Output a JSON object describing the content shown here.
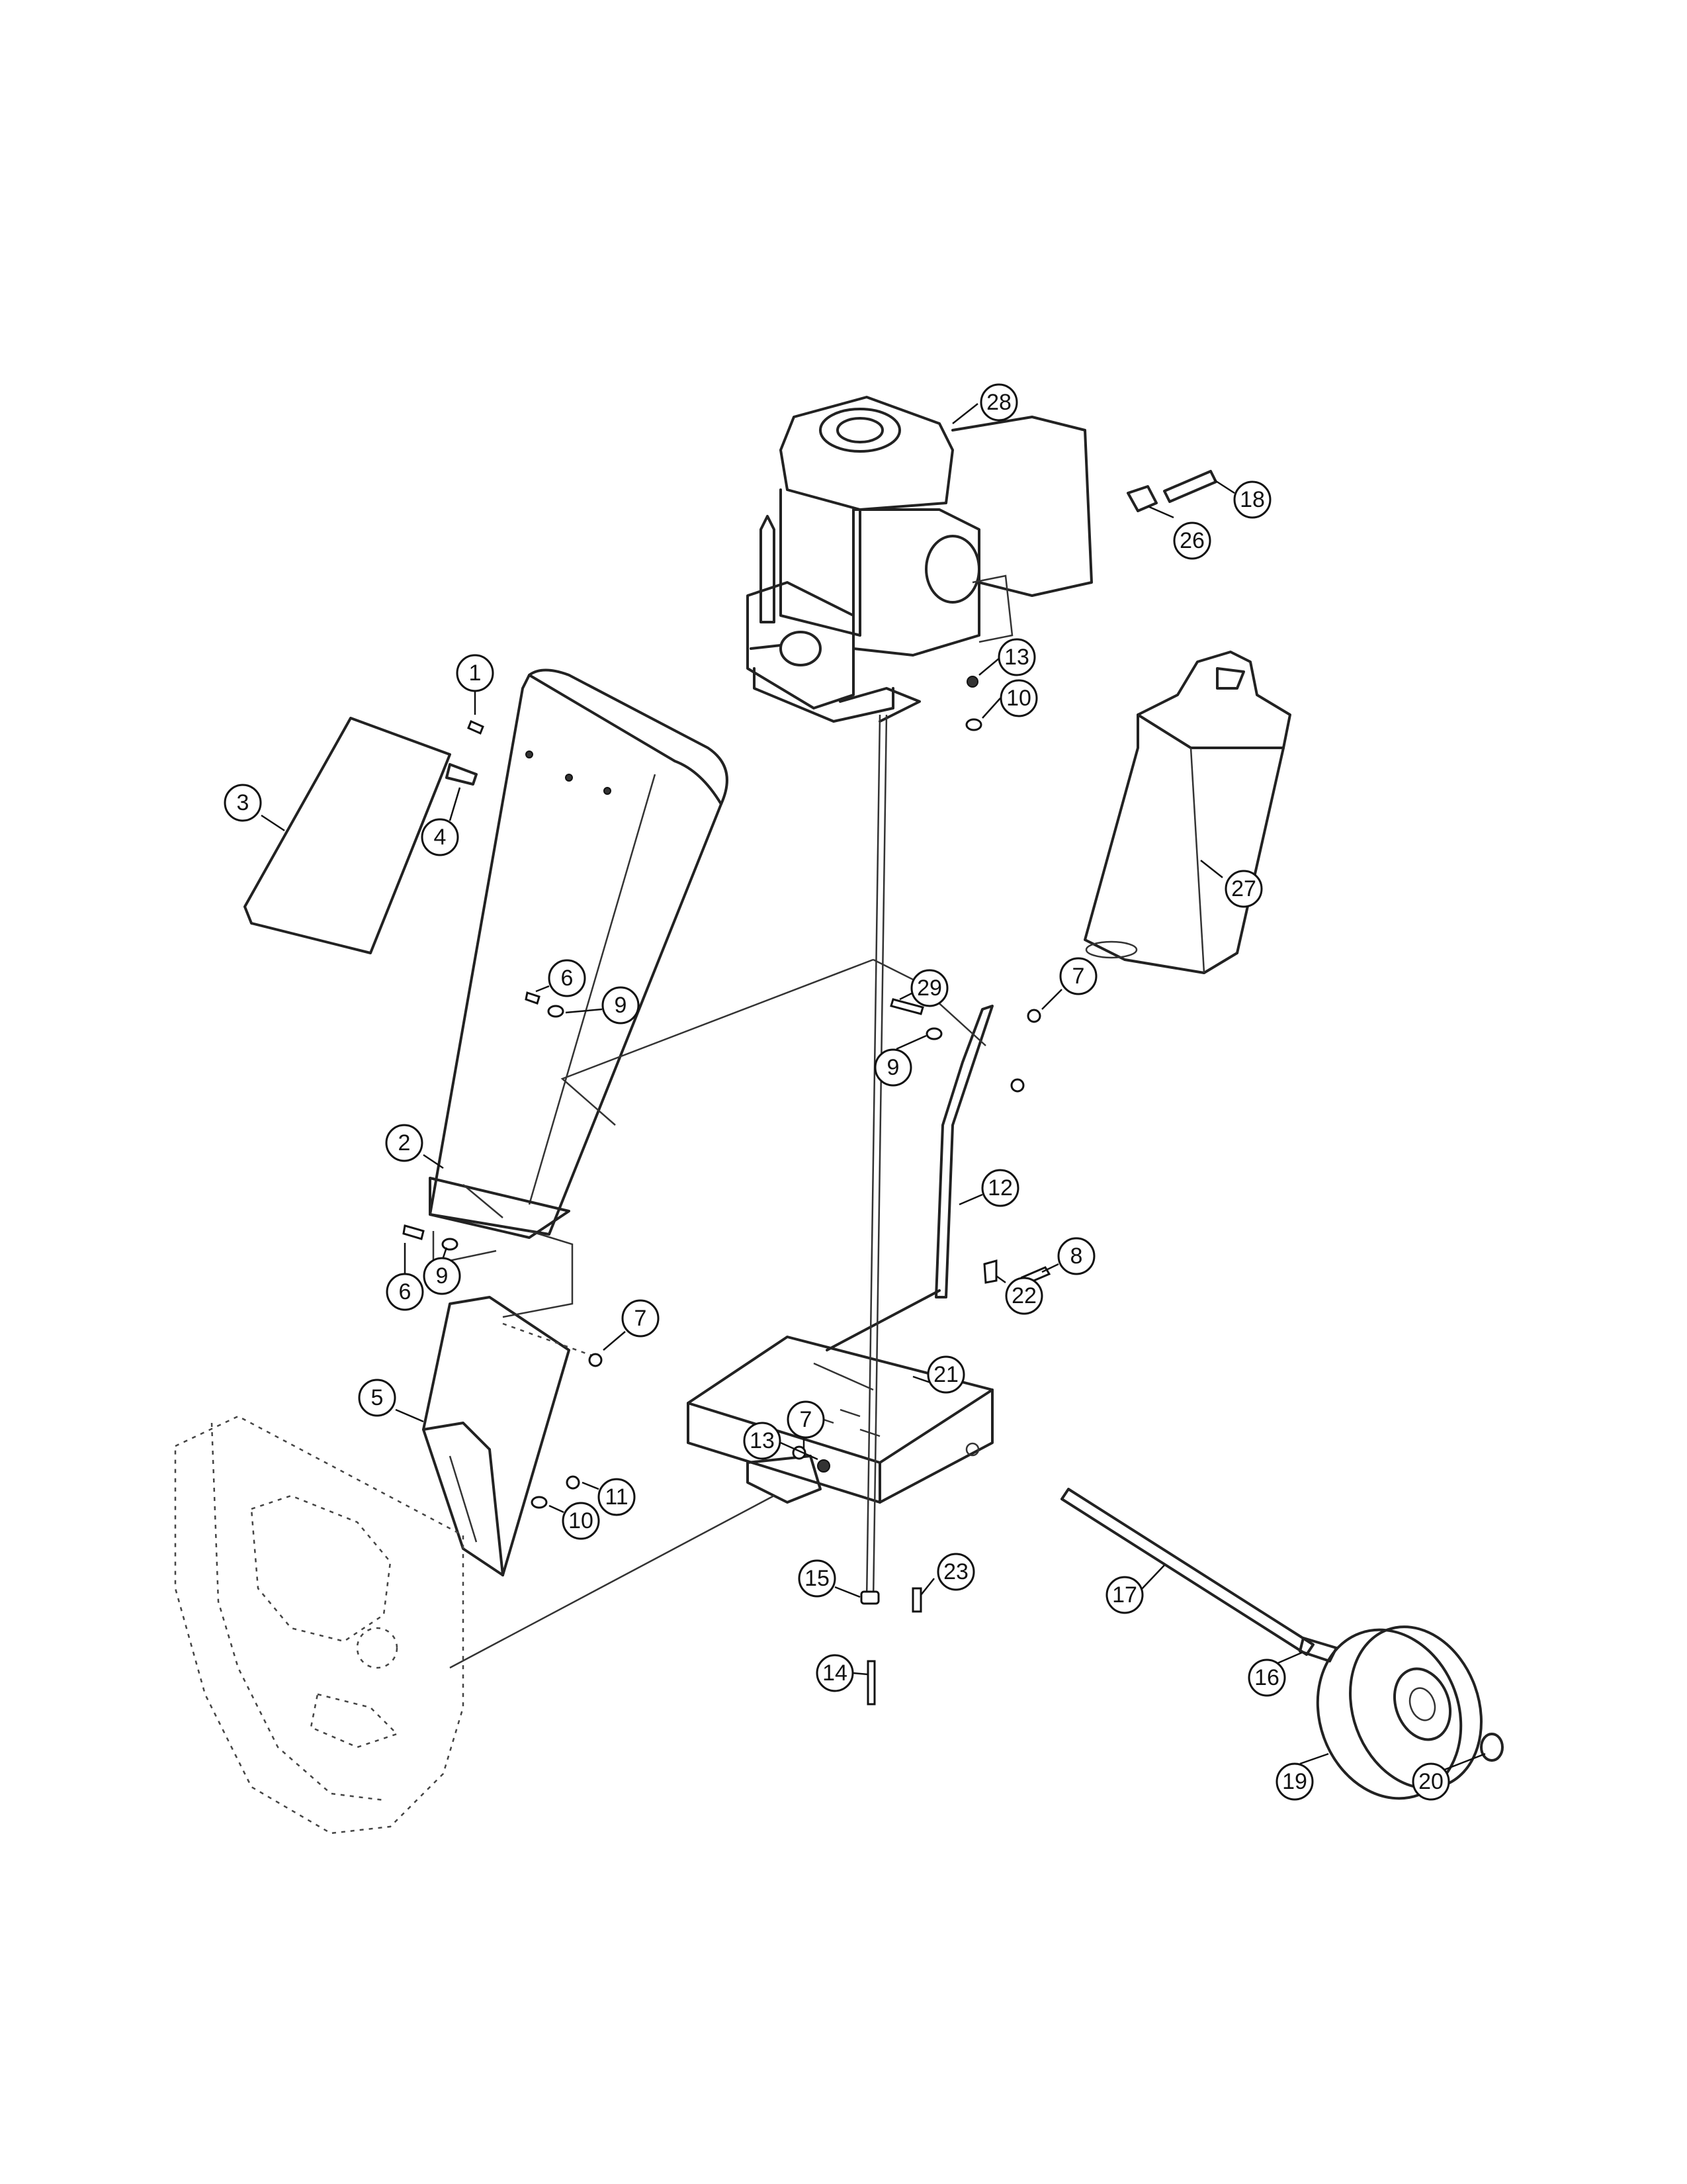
{
  "callouts": [
    {
      "label": "1"
    },
    {
      "label": "2"
    },
    {
      "label": "3"
    },
    {
      "label": "4"
    },
    {
      "label": "5"
    },
    {
      "label": "6"
    },
    {
      "label": "6"
    },
    {
      "label": "7"
    },
    {
      "label": "7"
    },
    {
      "label": "7"
    },
    {
      "label": "8"
    },
    {
      "label": "9"
    },
    {
      "label": "9"
    },
    {
      "label": "9"
    },
    {
      "label": "10"
    },
    {
      "label": "10"
    },
    {
      "label": "11"
    },
    {
      "label": "12"
    },
    {
      "label": "13"
    },
    {
      "label": "13"
    },
    {
      "label": "14"
    },
    {
      "label": "15"
    },
    {
      "label": "16"
    },
    {
      "label": "17"
    },
    {
      "label": "18"
    },
    {
      "label": "19"
    },
    {
      "label": "20"
    },
    {
      "label": "21"
    },
    {
      "label": "22"
    },
    {
      "label": "23"
    },
    {
      "label": "26"
    },
    {
      "label": "27"
    },
    {
      "label": "28"
    },
    {
      "label": "29"
    }
  ]
}
